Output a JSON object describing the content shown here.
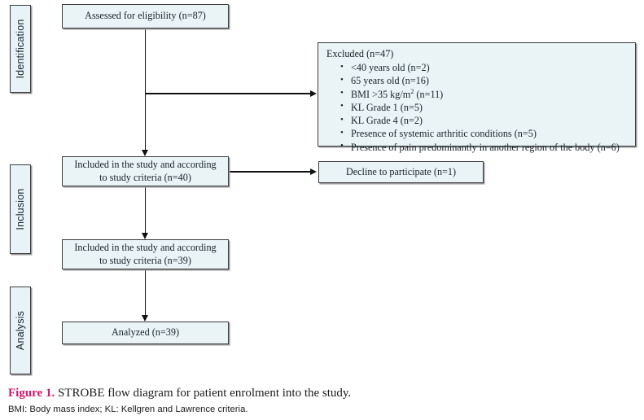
{
  "figure": {
    "phases": [
      {
        "id": "identification",
        "label": "Identification"
      },
      {
        "id": "inclusion",
        "label": "Inclusion"
      },
      {
        "id": "analysis",
        "label": "Analysis"
      }
    ],
    "boxes": {
      "assessed": "Assessed for eligibility (n=87)",
      "included_40_line1": "Included in the study and according",
      "included_40_line2": "to study criteria (n=40)",
      "included_39_line1": "Included in the study and according",
      "included_39_line2": "to study criteria (n=39)",
      "analyzed": "Analyzed (n=39)",
      "decline": "Decline to participate (n=1)"
    },
    "excluded": {
      "title": "Excluded (n=47)",
      "items": [
        "<40 years old (n=2)",
        "65 years old (n=16)",
        "BMI >35 kg/m² (n=11)",
        "KL Grade 1 (n=5)",
        "KL Grade 4 (n=2)",
        "Presence of systemic arthritic conditions (n=5)",
        "Presence of pain predominantly in another region of the body (n=6)"
      ]
    },
    "caption": {
      "figure_label": "Figure 1.",
      "title": " STROBE flow diagram for patient enrolment into the study.",
      "abbreviations": "BMI: Body mass index; KL: Kellgren and Lawrence criteria."
    },
    "colors": {
      "box_fill": "#eaf4f7",
      "box_border": "#3c3c3c",
      "connector": "#111111",
      "figure_label": "#d4186b"
    }
  }
}
